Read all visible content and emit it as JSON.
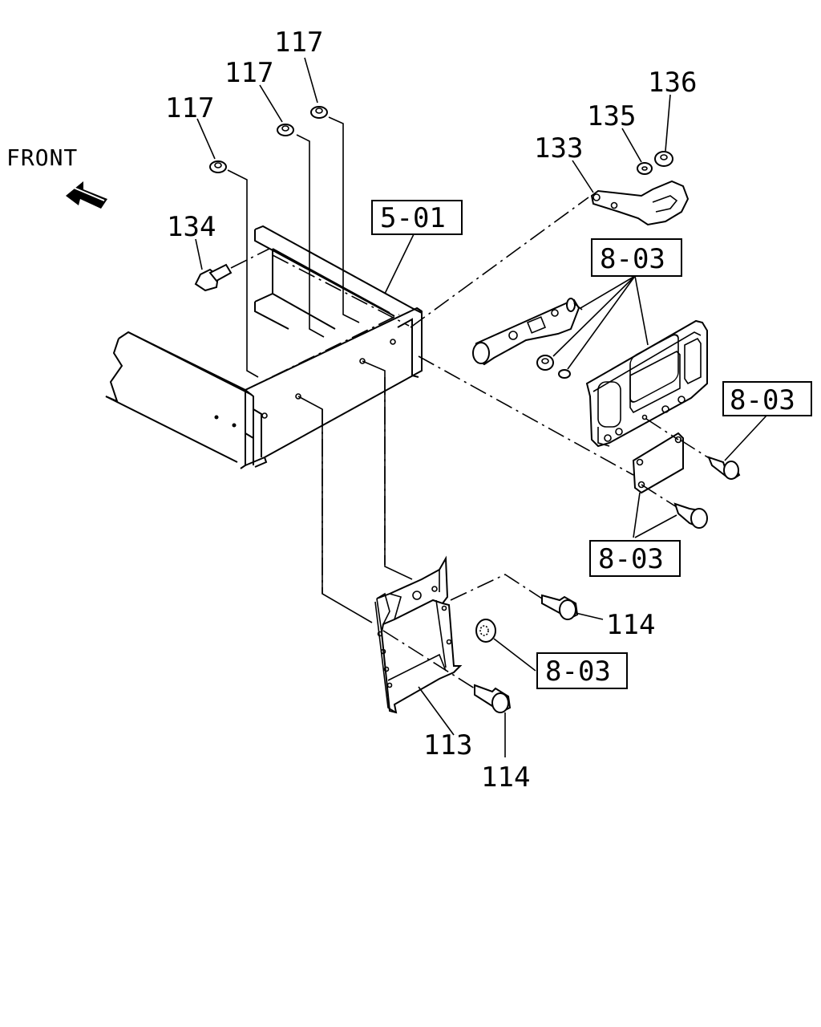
{
  "diagram": {
    "direction_label": "FRONT",
    "callouts": {
      "nut_left": "117",
      "nut_middle": "117",
      "nut_right": "117",
      "bolt_134": "134",
      "hook_133": "133",
      "washer_135": "135",
      "nut_136": "136",
      "bolt_114_upper": "114",
      "bolt_114_lower": "114",
      "bracket_113": "113"
    },
    "references": {
      "frame": "5-01",
      "lamp_assembly": "8-03",
      "lamp_bolt": "8-03",
      "lamp_plate": "8-03",
      "grommet": "8-03"
    }
  }
}
